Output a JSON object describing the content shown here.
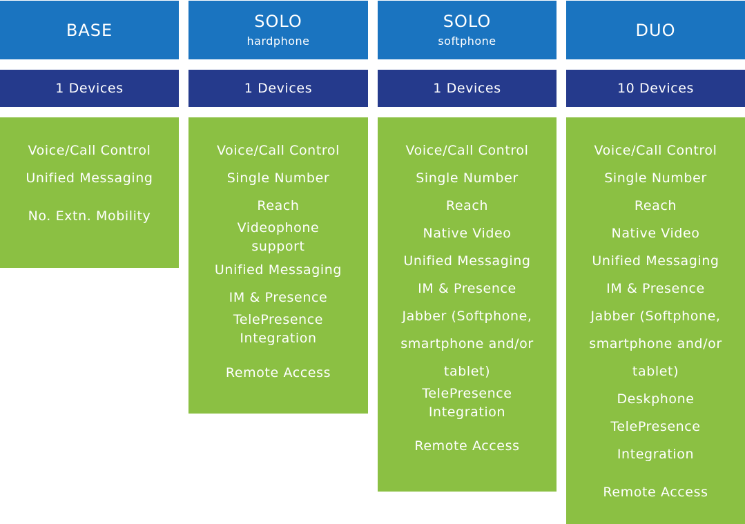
{
  "plans": [
    {
      "title": "BASE",
      "subtitle": "",
      "devices": "1 Devices",
      "features": [
        "Voice/Call Control",
        "Unified Messaging",
        "No. Extn. Mobility"
      ]
    },
    {
      "title": "SOLO",
      "subtitle": "hardphone",
      "devices": "1 Devices",
      "features": [
        "Voice/Call Control",
        "Single Number",
        "Reach",
        "Videophone",
        "support",
        "Unified Messaging",
        "IM & Presence",
        "TelePresence",
        "Integration",
        "Remote Access"
      ]
    },
    {
      "title": "SOLO",
      "subtitle": "softphone",
      "devices": "1 Devices",
      "features": [
        "Voice/Call Control",
        "Single Number",
        "Reach",
        "Native Video",
        "Unified Messaging",
        "IM & Presence",
        "Jabber (Softphone,",
        "smartphone and/or",
        "tablet)",
        "TelePresence",
        "Integration",
        "Remote Access"
      ]
    },
    {
      "title": "DUO",
      "subtitle": "",
      "devices": "10 Devices",
      "features": [
        "Voice/Call Control",
        "Single Number",
        "Reach",
        "Native Video",
        "Unified Messaging",
        "IM & Presence",
        "Jabber (Softphone,",
        "smartphone and/or",
        "tablet)",
        "Deskphone",
        "TelePresence",
        "Integration",
        "Remote Access"
      ]
    }
  ],
  "colors": {
    "header": "#1a74c0",
    "devices": "#253a8c",
    "features": "#8bc043",
    "text": "#ffffff"
  }
}
